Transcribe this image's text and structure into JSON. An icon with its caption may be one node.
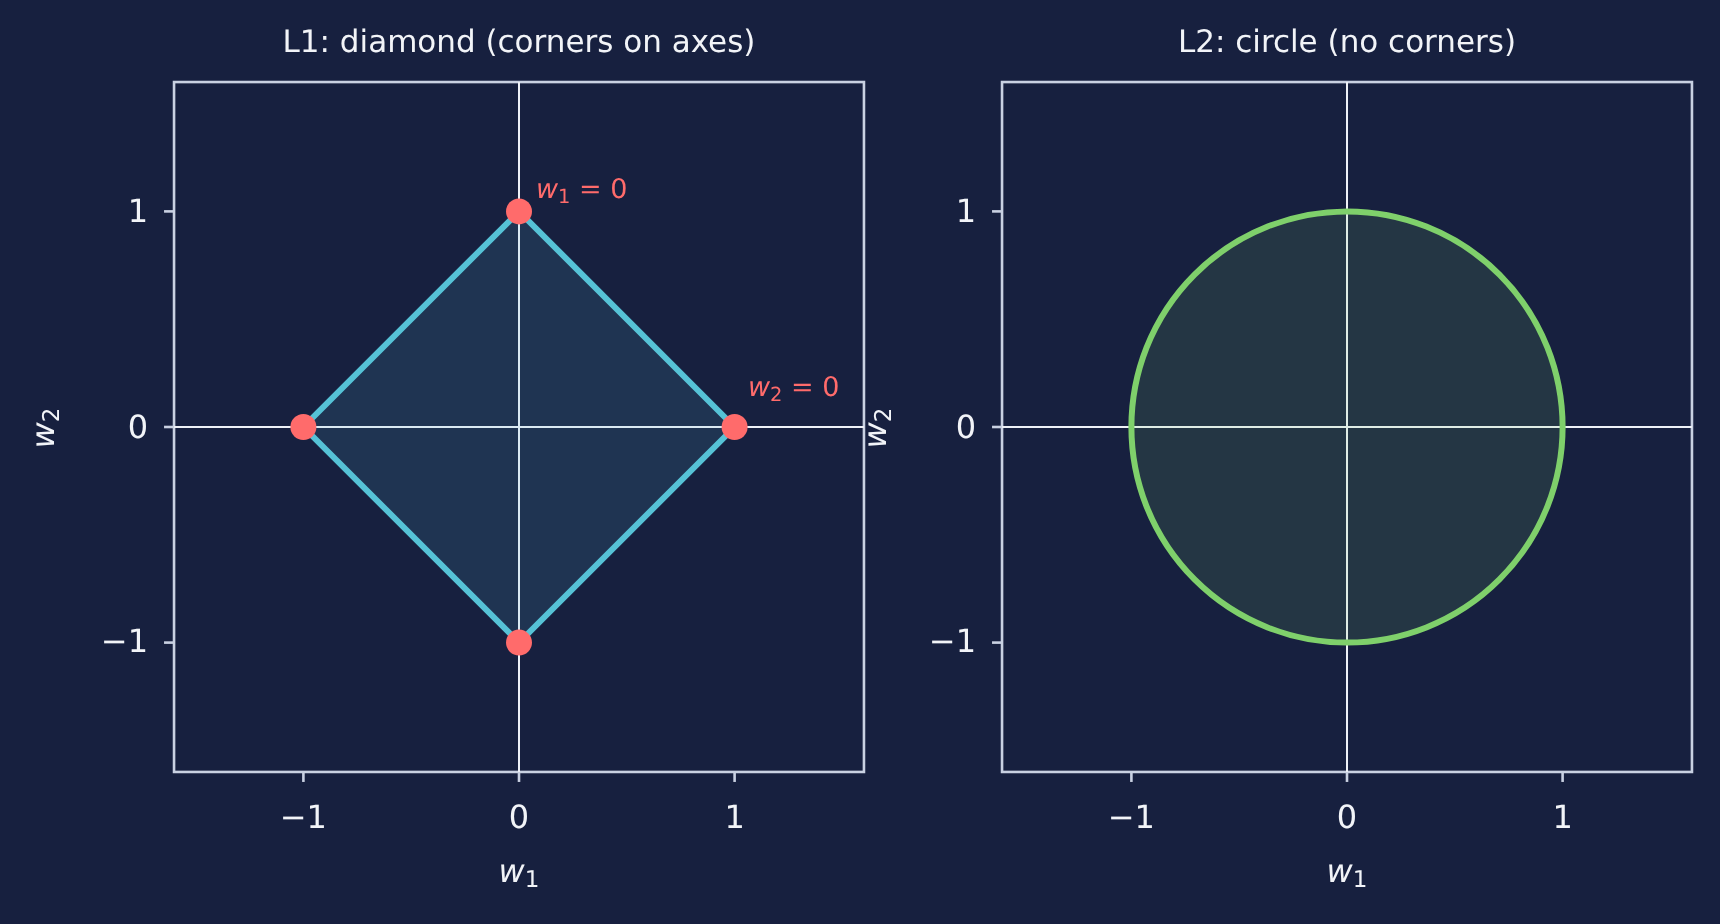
{
  "diagram": {
    "nodes": [
      {
        "text": [],
        "shape": "diamond",
        "beside": [
          "*w*$_{1}$ = 0",
          "*w*$_{2}$ = 0"
        ]
      },
      {
        "text": [],
        "shape": "circle"
      }
    ],
    "labels": [
      "L1: diamond (corners on axes)",
      "1",
      "0",
      "−1",
      "*w*$_{2}$",
      "−1",
      "0",
      "1",
      "*w*$_{1}$",
      "L2: circle (no corners)",
      "1",
      "0",
      "−1",
      "*w*$_{2}$",
      "−1",
      "0",
      "1",
      "*w*$_{1}$"
    ]
  }
}
